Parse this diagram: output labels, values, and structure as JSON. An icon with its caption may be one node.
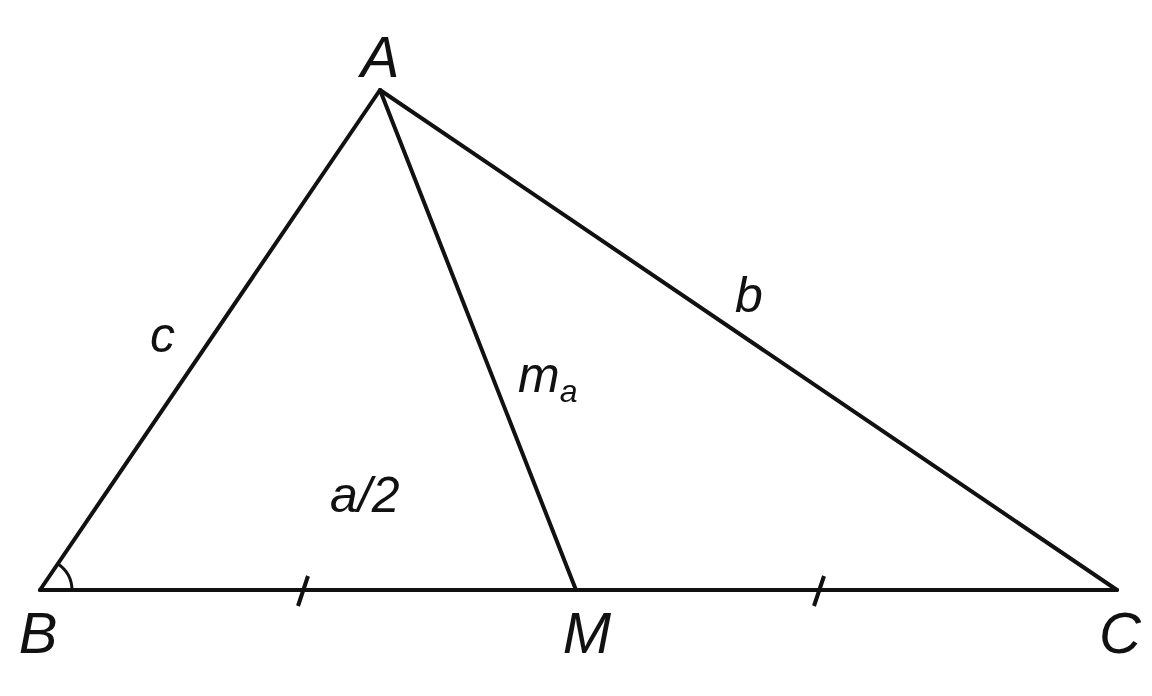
{
  "diagram": {
    "nodes": [
      {
        "text": [
          "A"
        ]
      },
      {
        "text": [
          "B"
        ]
      },
      {
        "text": [
          "M"
        ]
      },
      {
        "text": [
          "C"
        ]
      }
    ],
    "edges": [
      {
        "from": 0,
        "to": 1,
        "arrow": "none",
        "label": "c"
      },
      {
        "from": 0,
        "to": 3,
        "arrow": "none",
        "label": "b"
      },
      {
        "from": 0,
        "to": 2,
        "arrow": "none",
        "label": "m$_{a}$"
      },
      {
        "from": 1,
        "to": 2,
        "arrow": "none",
        "label": "a/2"
      },
      {
        "from": 2,
        "to": 3,
        "arrow": "none"
      }
    ]
  }
}
